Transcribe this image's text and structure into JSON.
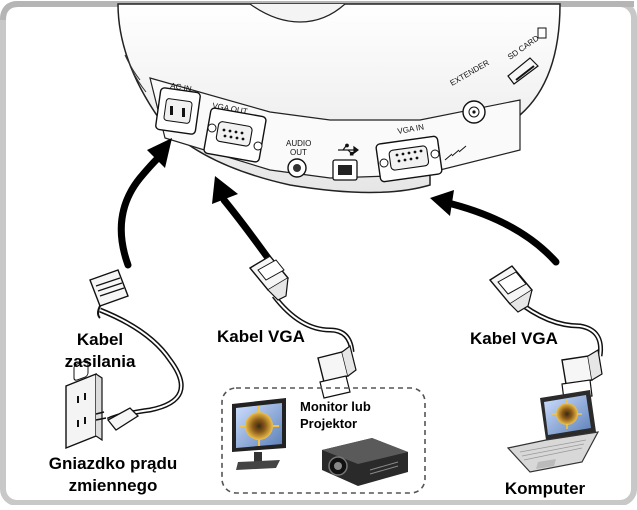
{
  "device_ports": {
    "ac_in": "AC IN",
    "vga_out": "VGA OUT",
    "audio_out": "AUDIO OUT",
    "vga_in": "VGA IN",
    "extender": "EXTENDER",
    "sd_card": "SD CARD"
  },
  "labels": {
    "power_cable": "Kabel zasilania",
    "vga_cable_left": "Kabel VGA",
    "vga_cable_right": "Kabel VGA",
    "outlet": "Gniazdko prądu zmiennego",
    "monitor_projector": "Monitor lub Projektor",
    "computer": "Komputer"
  },
  "icons": {
    "usb": "usb-icon"
  }
}
